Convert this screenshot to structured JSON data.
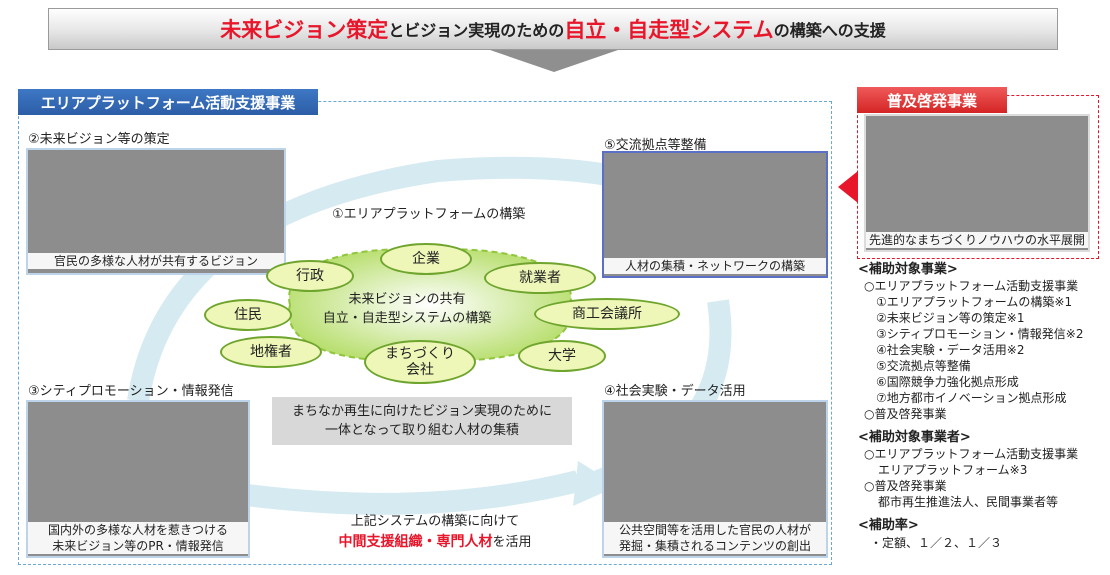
{
  "header": {
    "part1_red": "未来ビジョン策定",
    "part2": "とビジョン実現のための",
    "part3_red": "自立・自走型システム",
    "part4": "の構築への支援"
  },
  "main_panel": {
    "label": "エリアプラットフォーム活動支援事業",
    "item2_title": "②未来ビジョン等の策定",
    "item2_caption": "官民の多様な人材が共有するビジョン",
    "item5_title": "⑤交流拠点等整備",
    "item5_caption": "人材の集積・ネットワークの構築",
    "item1_title": "①エリアプラットフォームの構築",
    "center_text_1": "未来ビジョンの共有",
    "center_text_2": "自立・自走型システムの構築",
    "ovals": {
      "company": "企業",
      "admin": "行政",
      "workers": "就業者",
      "residents": "住民",
      "chamber": "商工会議所",
      "landowners": "地権者",
      "machizukuri": "まちづくり\n会社",
      "university": "大学"
    },
    "grey_box_line1": "まちなか再生に向けたビジョン実現のために",
    "grey_box_line2": "一体となって取り組む人材の集積",
    "item3_title": "③シティプロモーション・情報発信",
    "item3_caption_1": "国内外の多様な人材を惹きつける",
    "item3_caption_2": "未来ビジョン等のPR・情報発信",
    "item4_title": "④社会実験・データ活用",
    "item4_caption_1": "公共空間等を活用した官民の人材が",
    "item4_caption_2": "発掘・集積されるコンテンツの創出",
    "bottom_text_1": "上記システムの構築に向けて",
    "bottom_text_red": "中間支援組織・専門人材",
    "bottom_text_2": "を活用"
  },
  "right_panel": {
    "label": "普及啓発事業",
    "photo_caption": "先進的なまちづくりノウハウの水平展開",
    "section1_title": "<補助対象事業>",
    "section1_items": [
      "○エリアプラットフォーム活動支援事業",
      "①エリアプラットフォームの構築※1",
      "②未来ビジョン等の策定※1",
      "③シティプロモーション・情報発信※2",
      "④社会実験・データ活用※2",
      "⑤交流拠点等整備",
      "⑥国際競争力強化拠点形成",
      "⑦地方都市イノベーション拠点形成",
      "○普及啓発事業"
    ],
    "section2_title": "<補助対象事業者>",
    "section2_items": [
      "○エリアプラットフォーム活動支援事業",
      "エリアプラットフォーム※3",
      "○普及啓発事業",
      "都市再生推進法人、民間事業者等"
    ],
    "section3_title": "<補助率>",
    "section3_items": [
      "・定額、１／２、１／３"
    ]
  }
}
